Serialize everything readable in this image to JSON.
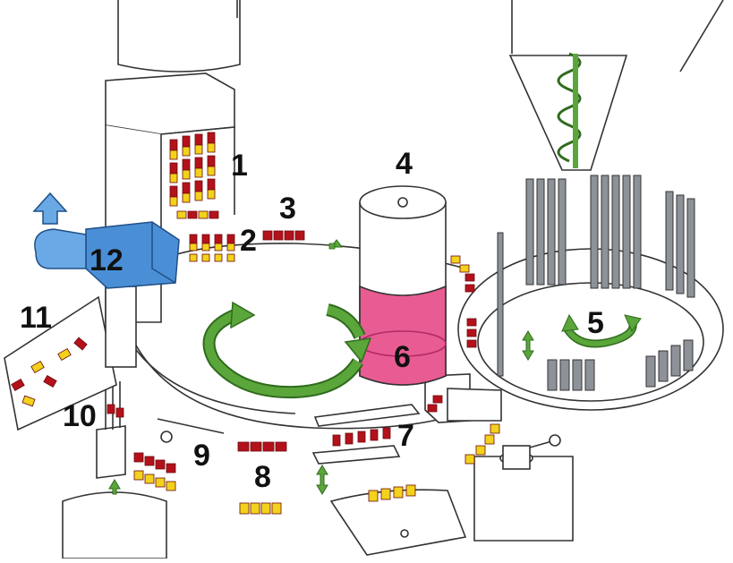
{
  "diagram": {
    "labels": [
      "1",
      "2",
      "3",
      "4",
      "5",
      "6",
      "7",
      "8",
      "9",
      "10",
      "11",
      "12"
    ]
  },
  "colors": {
    "outline": "#333333",
    "capsule_red": "#b3121b",
    "capsule_yellow": "#f2d21b",
    "arrow_green": "#5aa63a",
    "arrow_green_dark": "#2f6b1e",
    "motor_blue": "#4a8fd6",
    "fluid_pink": "#e95b93",
    "tamping_gray": "#8d9298"
  },
  "icons": {
    "rotation": "rotation-arrow-icon",
    "exhaust": "exhaust-arrow-icon",
    "vertical": "vertical-motion-arrow-icon"
  }
}
